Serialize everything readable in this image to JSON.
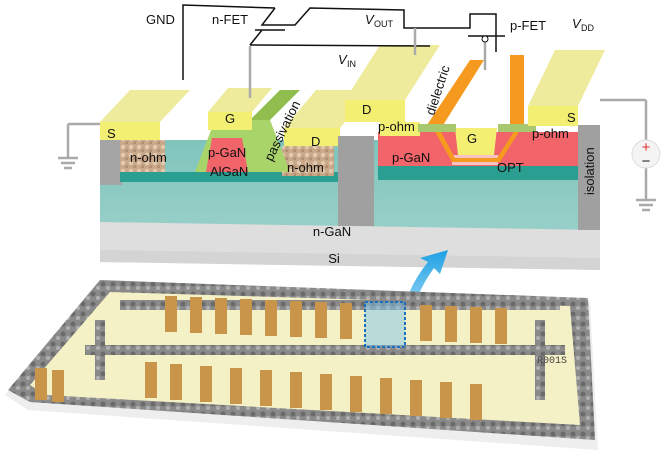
{
  "figure": {
    "title": "GaN complementary inverter cross-section and chip",
    "circuit": {
      "gnd": "GND",
      "n_fet": "n-FET",
      "p_fet": "p-FET",
      "v_out_main": "V",
      "v_out_sub": "OUT",
      "v_in_main": "V",
      "v_in_sub": "IN",
      "v_dd_main": "V",
      "v_dd_sub": "DD"
    },
    "nfet_layers": {
      "source": "S",
      "gate": "G",
      "drain": "D",
      "n_ohm_left": "n-ohm",
      "n_ohm_right": "n-ohm",
      "p_gan": "p-GaN",
      "algan": "AlGaN",
      "passivation": "passivation"
    },
    "pfet_layers": {
      "drain": "D",
      "source": "S",
      "gate": "G",
      "p_ohm_left": "p-ohm",
      "p_ohm_right": "p-ohm",
      "p_gan": "p-GaN",
      "opt": "OPT",
      "dielectric": "dielectric",
      "isolation": "isolation"
    },
    "substrate": {
      "n_gan": "n-GaN",
      "si": "Si"
    },
    "supply": {
      "plus": "+",
      "minus": "−"
    },
    "chip": {
      "label": "R001S",
      "highlight_color": "#1a6fbf"
    },
    "colors": {
      "metal": "#f2ee82",
      "p_gan": "#f0646a",
      "algan": "#2a9e90",
      "n_gan": "#8ecbc3",
      "si": "#dcdcdc",
      "passivation": "#a8d46a",
      "dielectric": "#f59a1e",
      "isolation": "#9a9a9a",
      "arrow": "#29a8e6"
    }
  }
}
